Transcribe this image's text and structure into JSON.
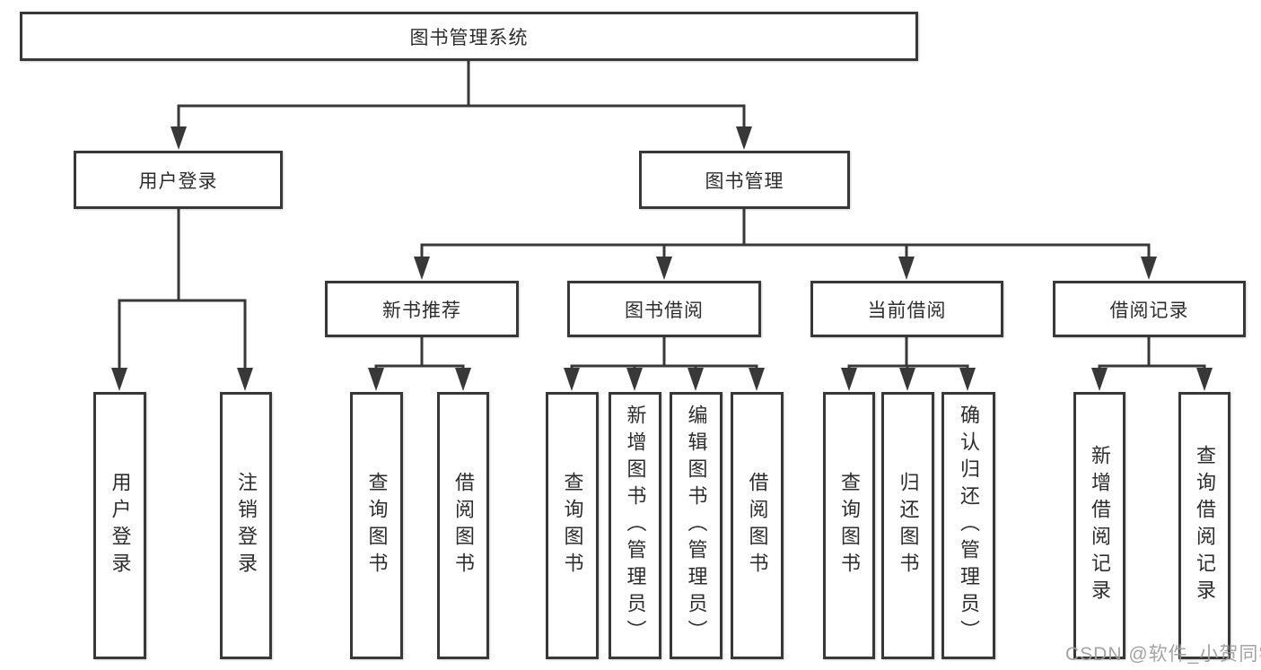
{
  "watermark": {
    "text": "CSDN @软件_小贺同学"
  },
  "colors": {
    "line": "#383838",
    "box_border": "#383838",
    "box_bg": "#ffffff",
    "text": "#2d2d2d",
    "watermark": "#9e9e9e"
  },
  "tree": {
    "root": {
      "label": "图书管理系统"
    },
    "branches": [
      {
        "label": "用户登录",
        "children": [
          {
            "label": "用户登录"
          },
          {
            "label": "注销登录"
          }
        ]
      },
      {
        "label": "图书管理",
        "children": [
          {
            "label": "新书推荐",
            "children": [
              {
                "label": "查询图书"
              },
              {
                "label": "借阅图书"
              }
            ]
          },
          {
            "label": "图书借阅",
            "children": [
              {
                "label": "查询图书"
              },
              {
                "label": "新增图书（管理员）"
              },
              {
                "label": "编辑图书（管理员）"
              },
              {
                "label": "借阅图书"
              }
            ]
          },
          {
            "label": "当前借阅",
            "children": [
              {
                "label": "查询图书"
              },
              {
                "label": "归还图书"
              },
              {
                "label": "确认归还（管理员）"
              }
            ]
          },
          {
            "label": "借阅记录",
            "children": [
              {
                "label": "新增借阅记录"
              },
              {
                "label": "查询借阅记录"
              }
            ]
          }
        ]
      }
    ]
  }
}
